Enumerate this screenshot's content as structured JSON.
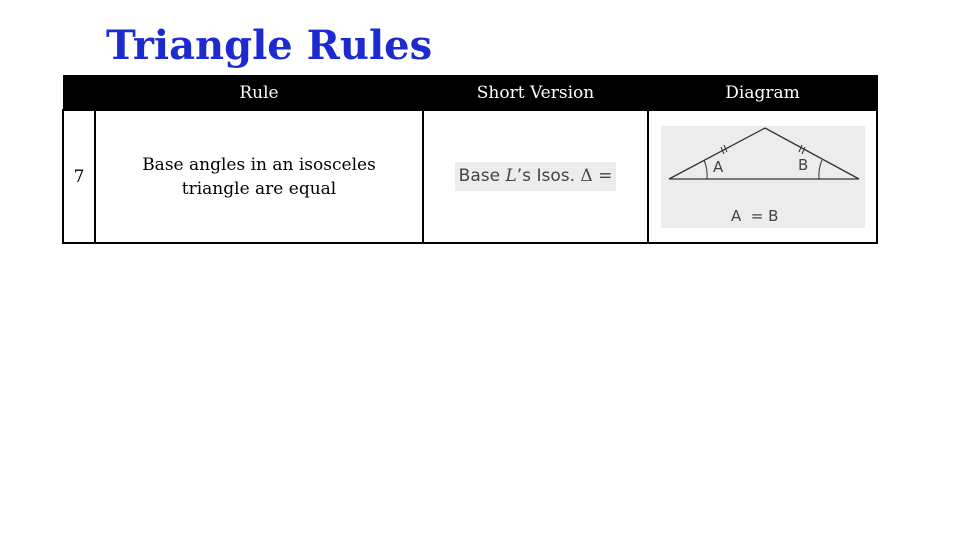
{
  "title": "Triangle Rules",
  "table": {
    "headers": {
      "num": "",
      "rule": "Rule",
      "short": "Short Version",
      "diagram": "Diagram"
    },
    "rows": [
      {
        "num": "7",
        "rule_line1": "Base angles in an isosceles",
        "rule_line2": "triangle are equal",
        "short": {
          "prefix": "Base",
          "angle_symbol": "L",
          "middle": "’s Isos.",
          "triangle": "Δ",
          "suffix": "="
        },
        "diagram": {
          "label_a": "A",
          "label_b": "B",
          "caption": "A  = B"
        }
      }
    ]
  }
}
